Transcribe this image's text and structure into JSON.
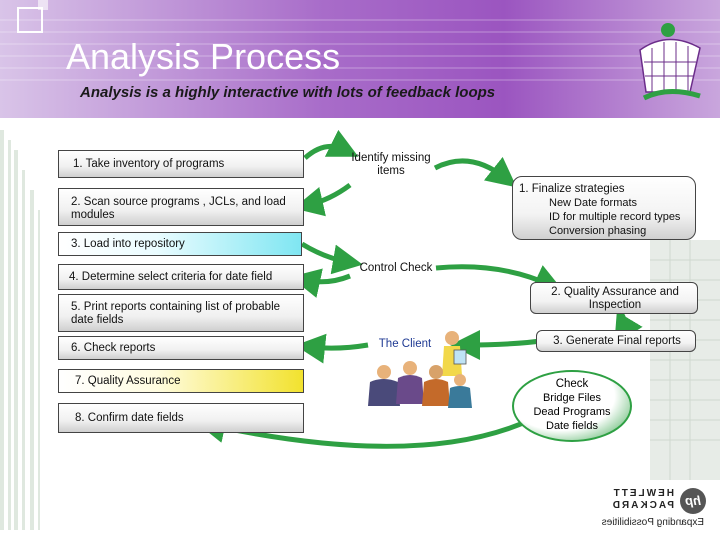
{
  "title": "Analysis Process",
  "subtitle": "Analysis is a highly interactive with lots of feedback loops",
  "left_steps": [
    "1. Take inventory of programs",
    "2. Scan source programs , JCLs, and load modules",
    "3. Load into repository",
    "4. Determine select criteria for date field",
    "5. Print reports containing list of probable date fields",
    "6. Check reports",
    "7. Quality Assurance",
    "8. Confirm date fields"
  ],
  "center": {
    "identify": "Identify missing items",
    "control_check": "Control Check",
    "client": "The Client"
  },
  "right": {
    "finalize_title": "1. Finalize strategies",
    "finalize_items": [
      "New Date formats",
      "ID for multiple record types",
      "Conversion phasing"
    ],
    "qa": "2. Quality Assurance and Inspection",
    "final_reports": "3. Generate Final reports",
    "check_title": "Check",
    "check_items": [
      "Bridge Files",
      "Dead Programs",
      "Date fields"
    ]
  },
  "logo": {
    "brand": "HEWLETT PACKARD",
    "tagline": "Expanding Possibilities",
    "mark": "hp"
  },
  "colors": {
    "header_purple": "#9b55c0",
    "arrow_green": "#2ea043",
    "box_cyan": "#7fe6f2",
    "box_yellow": "#f2e22e",
    "client_text": "#1f3a93"
  }
}
